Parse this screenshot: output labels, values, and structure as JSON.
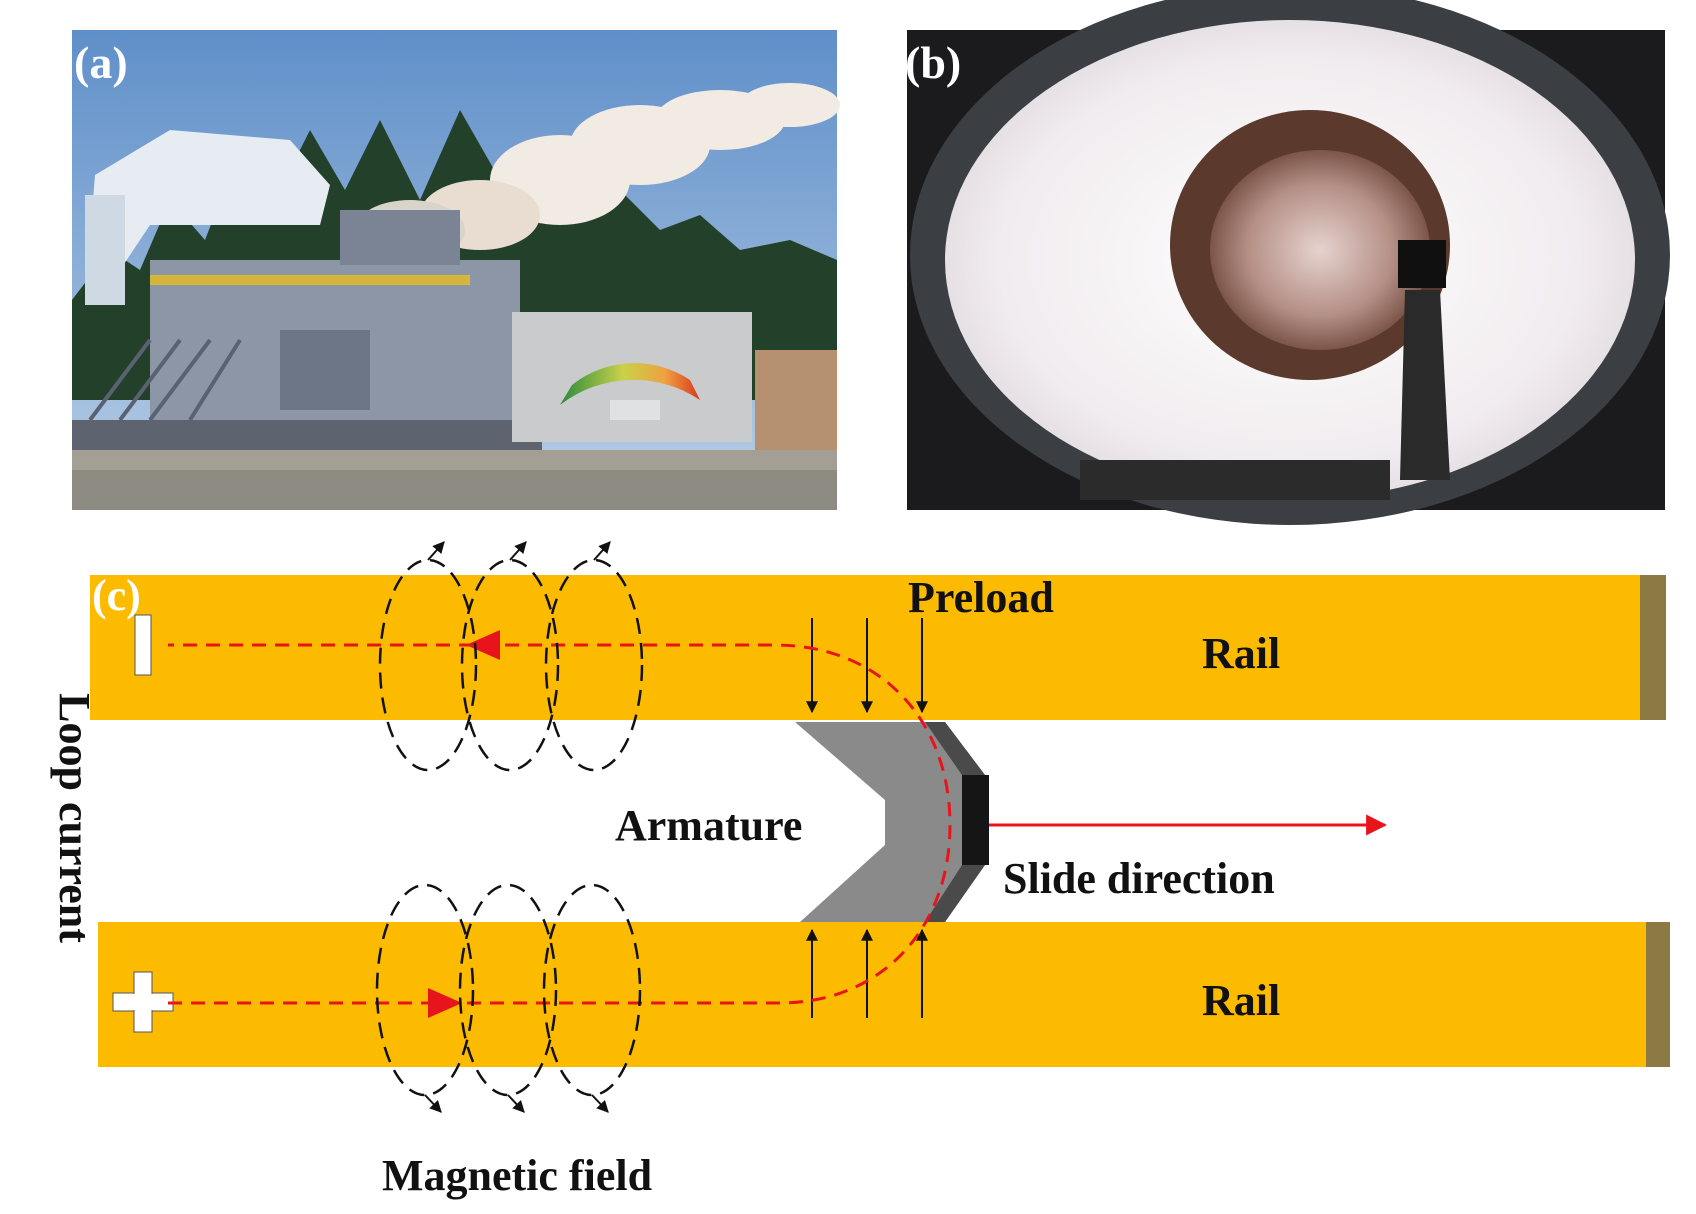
{
  "panels": {
    "a": {
      "label": "(a)"
    },
    "b": {
      "label": "(b)"
    },
    "c": {
      "label": "(c)"
    }
  },
  "diagram": {
    "rail_top_label": "Rail",
    "rail_bottom_label": "Rail",
    "preload_label": "Preload",
    "armature_label": "Armature",
    "slide_direction_label": "Slide direction",
    "loop_current_label": "Loop current",
    "magnetic_field_label": "Magnetic field",
    "negative_terminal_symbol": "−",
    "positive_terminal_symbol": "+"
  },
  "colors": {
    "rail": "#FDBB00",
    "rail_end": "#8C7A44",
    "current_path": "#E8141C",
    "armature_light": "#8A8A8A",
    "armature_dark": "#4A4A4A",
    "armature_tip": "#151515"
  }
}
